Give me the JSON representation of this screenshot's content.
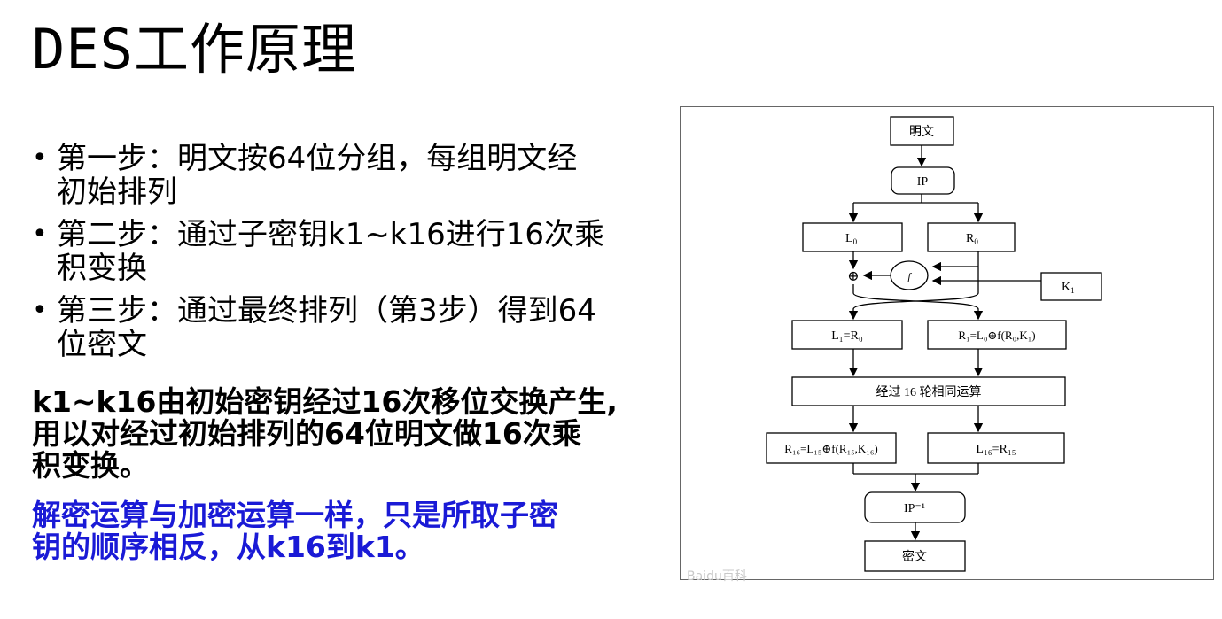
{
  "slide": {
    "title": "DES工作原理",
    "bullets": [
      {
        "line1": "第一步：明文按64位分组，每组明文经",
        "line2": "初始排列"
      },
      {
        "line1": "第二步：通过子密钥k1~k16进行16次乘",
        "line2": "积变换"
      },
      {
        "line1": "第三步：通过最终排列（第3步）得到64",
        "line2": "位密文"
      }
    ],
    "para1": [
      "k1~k16由初始密钥经过16次移位交换产生,",
      "用以对经过初始排列的64位明文做16次乘",
      "积变换。"
    ],
    "para2": [
      "解密运算与加密运算一样，只是所取子密",
      "钥的顺序相反，从k16到k1。"
    ],
    "colors": {
      "highlight": "#1a1ad6"
    }
  },
  "diagram": {
    "plaintext": "明文",
    "ip": "IP",
    "l0": "L",
    "l0_sub": "0",
    "r0": "R",
    "r0_sub": "0",
    "xor": "⊕",
    "f": "f",
    "k1": "K",
    "k1_sub": "1",
    "l1": "L₁=R₀",
    "r1": "R₁=L₀⊕f(R₀,K₁)",
    "rounds": "经过 16 轮相同运算",
    "r16": "R₁₆=L₁₅⊕f(R₁₅,K₁₆)",
    "l16": "L₁₆=R₁₅",
    "ip_inv": "IP⁻¹",
    "ciphertext": "密文",
    "watermark": "Baidu百科"
  }
}
